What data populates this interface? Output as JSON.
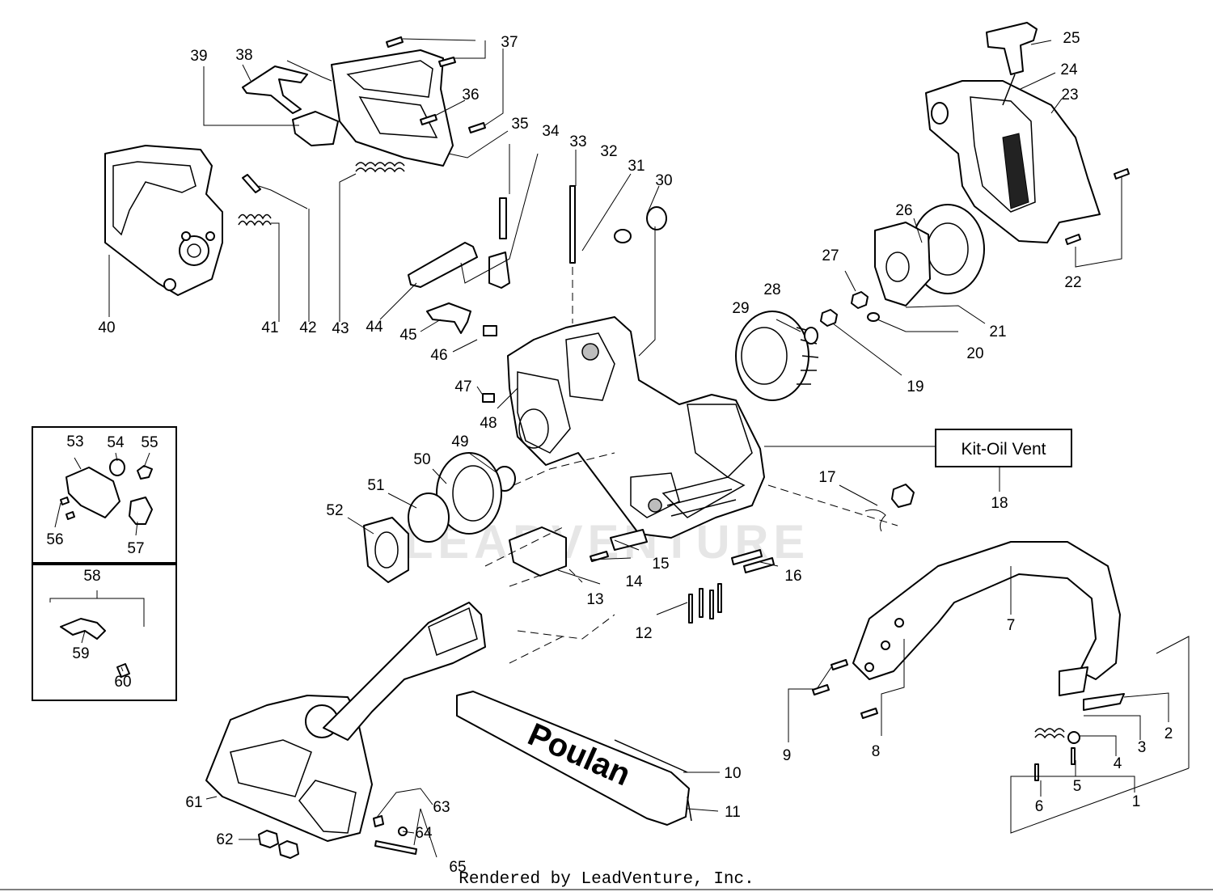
{
  "diagram": {
    "kit_label": "Kit-Oil Vent",
    "kit_callout": "18",
    "brand_text": "Poulan",
    "watermark": "LEADVENTURE",
    "footer": "Rendered by LeadVenture, Inc.",
    "callouts": {
      "c1": "1",
      "c2": "2",
      "c3": "3",
      "c4": "4",
      "c5": "5",
      "c6": "6",
      "c7": "7",
      "c8": "8",
      "c9": "9",
      "c10": "10",
      "c11": "11",
      "c12": "12",
      "c13": "13",
      "c14": "14",
      "c15": "15",
      "c16": "16",
      "c17": "17",
      "c19": "19",
      "c20": "20",
      "c21": "21",
      "c22": "22",
      "c23": "23",
      "c24": "24",
      "c25": "25",
      "c26": "26",
      "c27": "27",
      "c28": "28",
      "c29": "29",
      "c30": "30",
      "c31": "31",
      "c32": "32",
      "c33": "33",
      "c34": "34",
      "c35": "35",
      "c36": "36",
      "c37": "37",
      "c38": "38",
      "c39": "39",
      "c40": "40",
      "c41": "41",
      "c42": "42",
      "c43": "43",
      "c44": "44",
      "c45": "45",
      "c46": "46",
      "c47": "47",
      "c48": "48",
      "c49": "49",
      "c50": "50",
      "c51": "51",
      "c52": "52",
      "c53": "53",
      "c54": "54",
      "c55": "55",
      "c56": "56",
      "c57": "57",
      "c58": "58",
      "c59": "59",
      "c60": "60",
      "c61": "61",
      "c62": "62",
      "c63": "63",
      "c64": "64",
      "c65": "65"
    }
  }
}
